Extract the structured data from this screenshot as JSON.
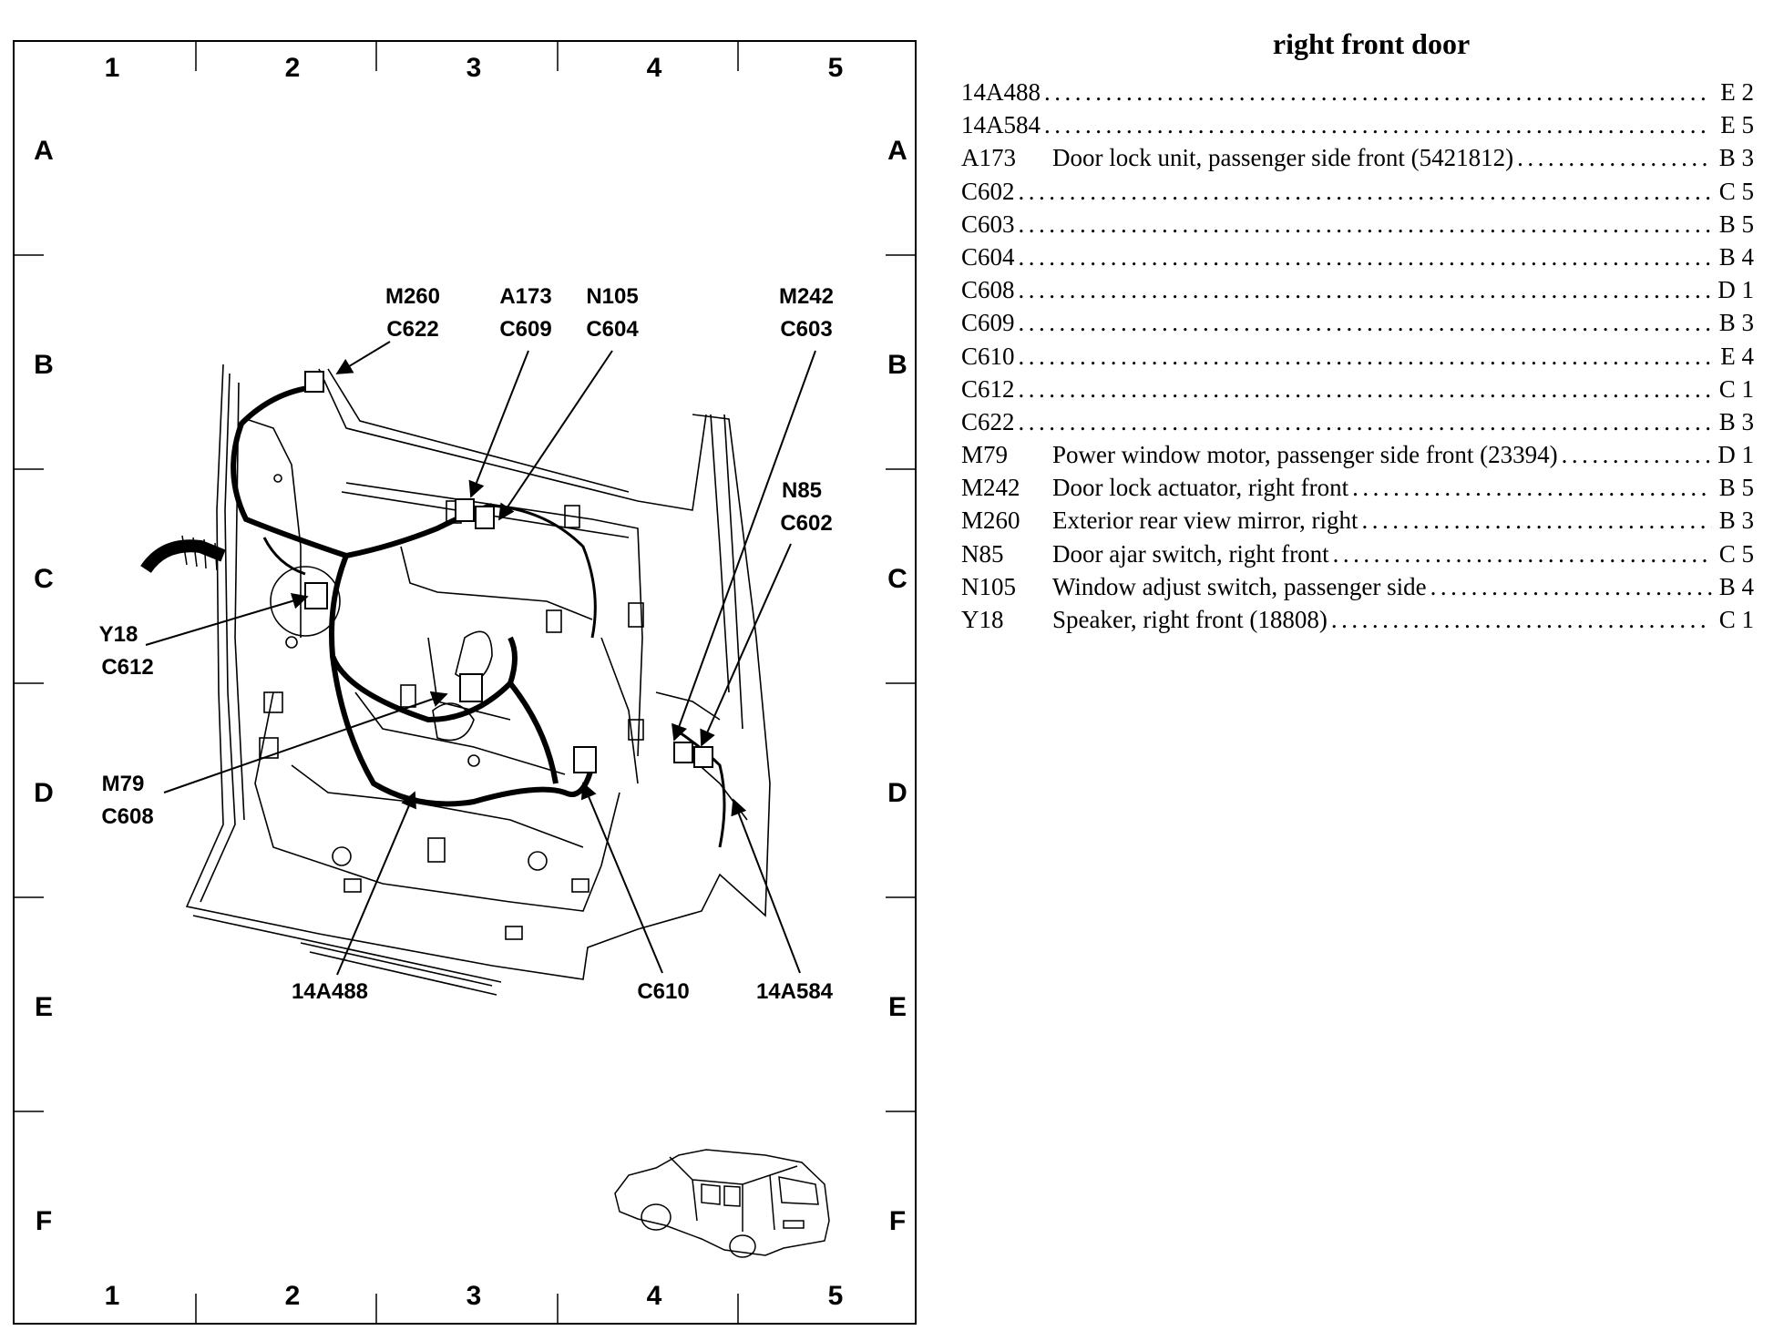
{
  "grid": {
    "columns": [
      "1",
      "2",
      "3",
      "4",
      "5"
    ],
    "rows": [
      "A",
      "B",
      "C",
      "D",
      "E",
      "F"
    ]
  },
  "callouts": {
    "m260": {
      "line1": "M260",
      "line2": "C622"
    },
    "a173": {
      "line1": "A173",
      "line2": "C609"
    },
    "n105": {
      "line1": "N105",
      "line2": "C604"
    },
    "m242": {
      "line1": "M242",
      "line2": "C603"
    },
    "n85": {
      "line1": "N85",
      "line2": "C602"
    },
    "y18": {
      "line1": "Y18",
      "line2": "C612"
    },
    "m79": {
      "line1": "M79",
      "line2": "C608"
    },
    "h14a488": {
      "line1": "14A488"
    },
    "c610": {
      "line1": "C610"
    },
    "h14a584": {
      "line1": "14A584"
    }
  },
  "legend": {
    "title": "right front door",
    "items": [
      {
        "code": "14A488",
        "desc": "",
        "loc": "E 2"
      },
      {
        "code": "14A584",
        "desc": "",
        "loc": "E 5"
      },
      {
        "code": "A173",
        "desc": "Door lock unit, passenger side front (5421812)",
        "loc": "B 3"
      },
      {
        "code": "C602",
        "desc": "",
        "loc": "C 5"
      },
      {
        "code": "C603",
        "desc": "",
        "loc": "B 5"
      },
      {
        "code": "C604",
        "desc": "",
        "loc": "B 4"
      },
      {
        "code": "C608",
        "desc": "",
        "loc": "D 1"
      },
      {
        "code": "C609",
        "desc": "",
        "loc": "B 3"
      },
      {
        "code": "C610",
        "desc": "",
        "loc": "E 4"
      },
      {
        "code": "C612",
        "desc": "",
        "loc": "C 1"
      },
      {
        "code": "C622",
        "desc": "",
        "loc": "B 3"
      },
      {
        "code": "M79",
        "desc": "Power window motor, passenger side front (23394)",
        "loc": "D 1"
      },
      {
        "code": "M242",
        "desc": "Door lock actuator, right front",
        "loc": "B 5"
      },
      {
        "code": "M260",
        "desc": "Exterior rear view mirror, right",
        "loc": "B 3"
      },
      {
        "code": "N85",
        "desc": "Door ajar switch, right front",
        "loc": "C 5"
      },
      {
        "code": "N105",
        "desc": "Window adjust switch, passenger side",
        "loc": "B 4"
      },
      {
        "code": "Y18",
        "desc": "Speaker, right front (18808)",
        "loc": "C 1"
      }
    ]
  }
}
